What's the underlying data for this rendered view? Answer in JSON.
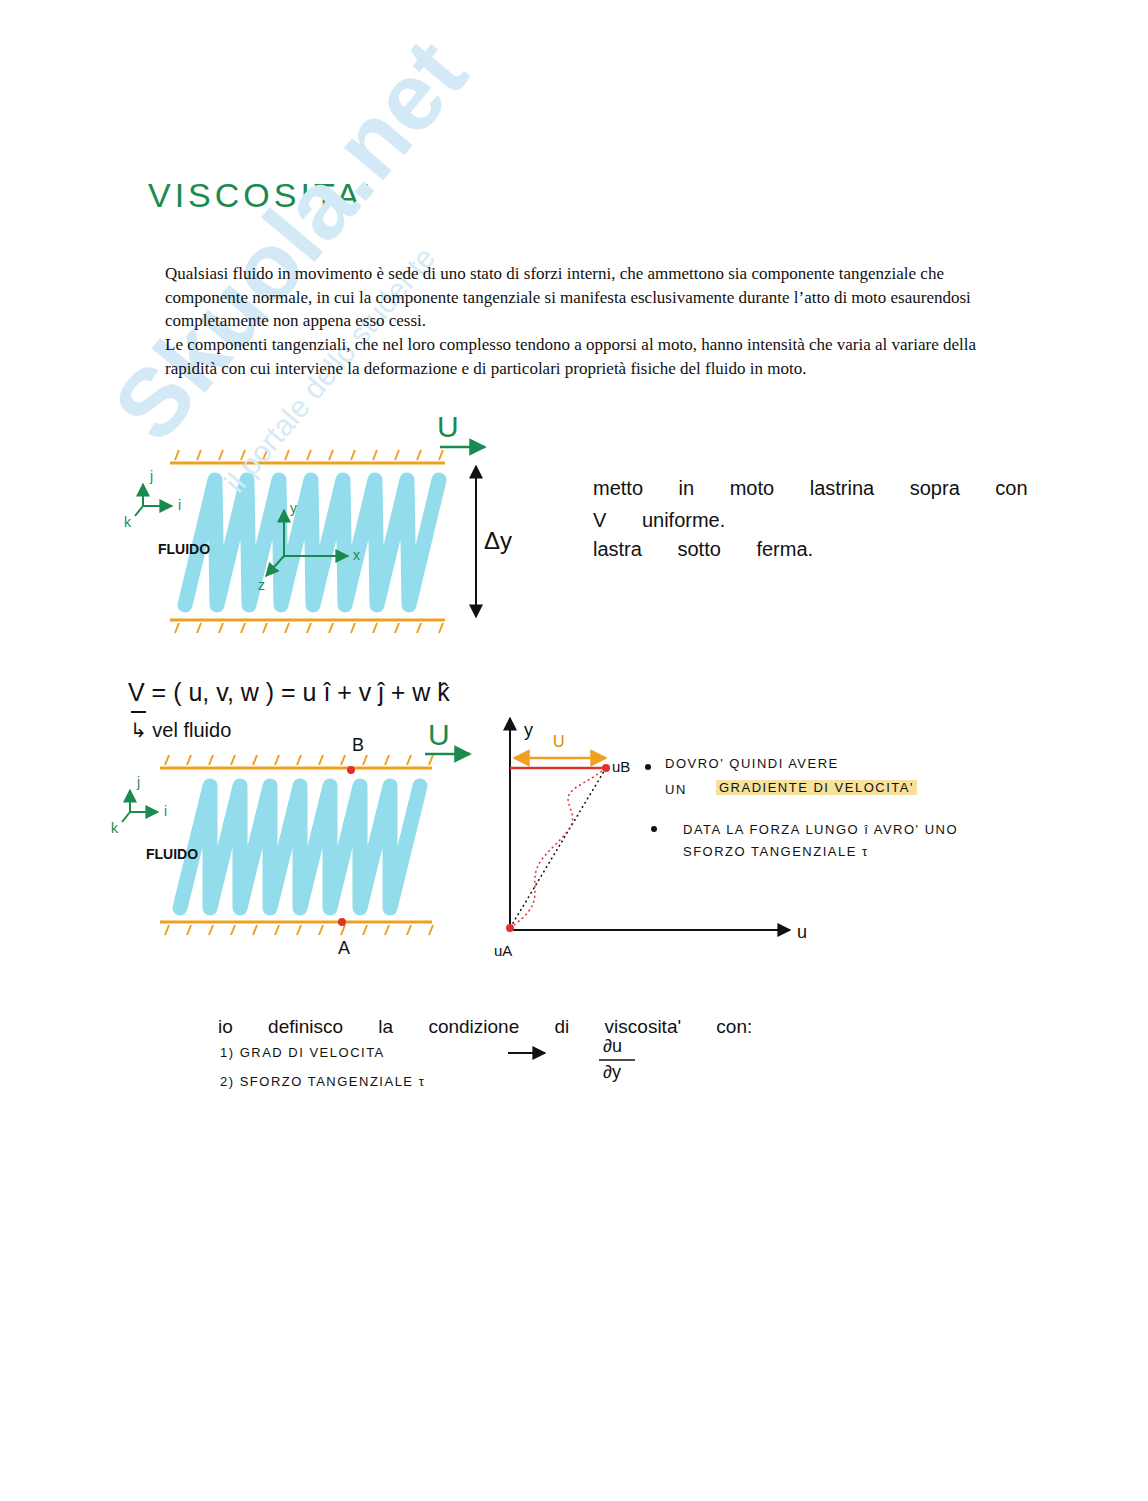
{
  "diagram": {
    "title": "VISCOSITA'",
    "labels": [
      "Skuola.net",
      "il portale dello studente",
      "Qualsiasi fluido in movimento è sede di uno stato di sforzi interni, che ammettono sia componente tangenziale che componente normale, in cui la componente tangenziale si manifesta esclusivamente durante l’atto di moto esaurendosi completamente non appena esso cessi.",
      "Le componenti tangenziali, che nel loro complesso tendono a opporsi al moto, hanno intensità che varia al variare della rapidità con cui interviene la deformazione e di particolari proprietà fisiche del fluido in moto.",
      "U",
      "Δy",
      "FLUIDO",
      "y",
      "x",
      "z",
      "j",
      "i",
      "k",
      "metto in moto lastrina sopra con V uniforme.",
      "lastra sotto ferma.",
      "V = ( u, v, w ) = u î + v ĵ + w k̂",
      "↳ vel fluido",
      "B",
      "U",
      "FLUIDO",
      "A",
      "j",
      "i",
      "k",
      "y",
      "U",
      "uB",
      "uA",
      "u",
      "DOVRO' QUINDI AVERE",
      "UN",
      "GRADIENTE DI VELOCITA'",
      "DATA LA FORZA LUNGO î AVRO' UNO SFORZO TANGENZIALE τ",
      "io definisco la condizione di viscosita' con:",
      "1) GRAD DI VELOCITA",
      "∂u",
      "∂y",
      "2) SFORZO TANGENZIALE τ"
    ]
  }
}
